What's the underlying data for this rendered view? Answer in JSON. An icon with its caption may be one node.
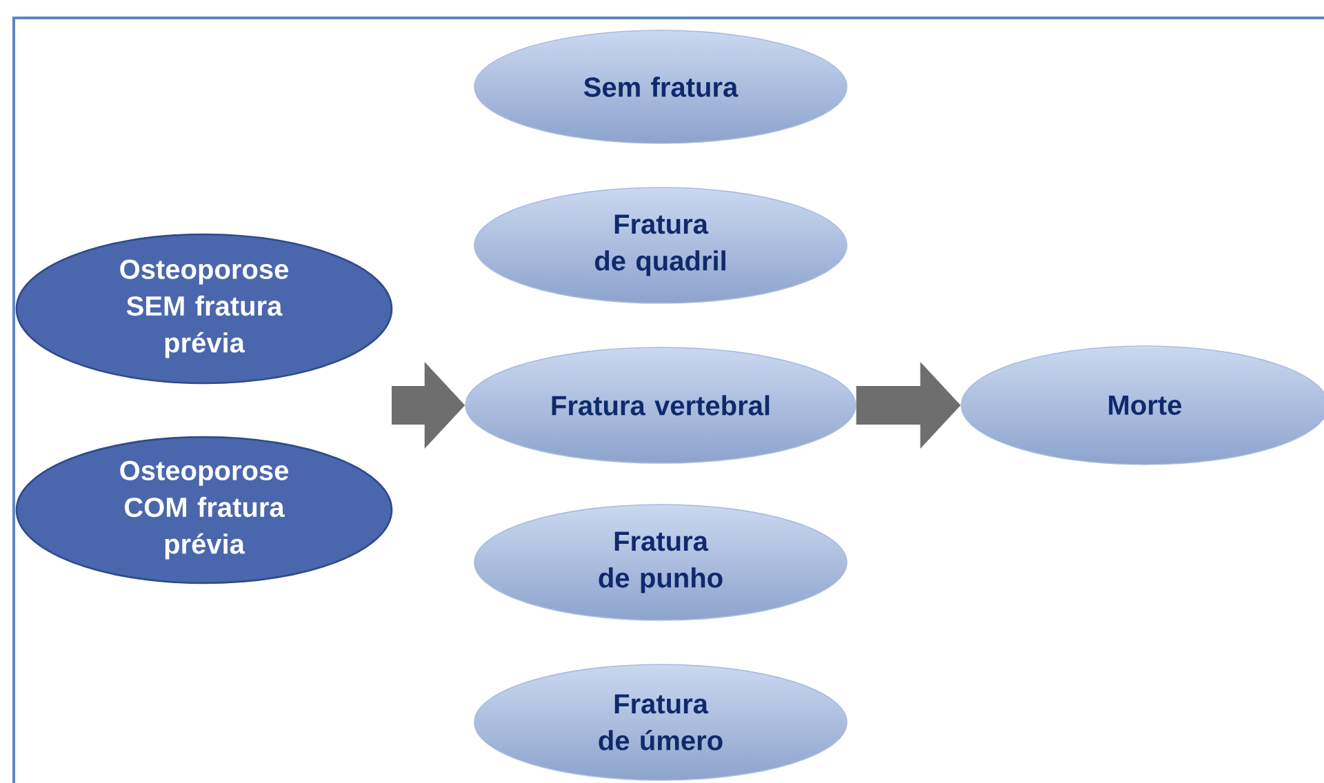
{
  "diagram": {
    "nodes": [
      {
        "text": [
          "Osteoporose SEM fratura prévia"
        ]
      },
      {
        "text": [
          "Osteoporose COM fratura prévia"
        ]
      },
      {
        "text": [
          "Sem fratura"
        ]
      },
      {
        "text": [
          "Fratura de quadril"
        ]
      },
      {
        "text": [
          "Fratura vertebral"
        ]
      },
      {
        "text": [
          "Fratura de punho"
        ]
      },
      {
        "text": [
          "Fratura de úmero"
        ]
      },
      {
        "text": [
          "Morte"
        ]
      }
    ],
    "edges": [
      {
        "from": null,
        "to": 4,
        "arrow": "to"
      },
      {
        "from": 4,
        "to": 7,
        "arrow": "to"
      }
    ]
  }
}
